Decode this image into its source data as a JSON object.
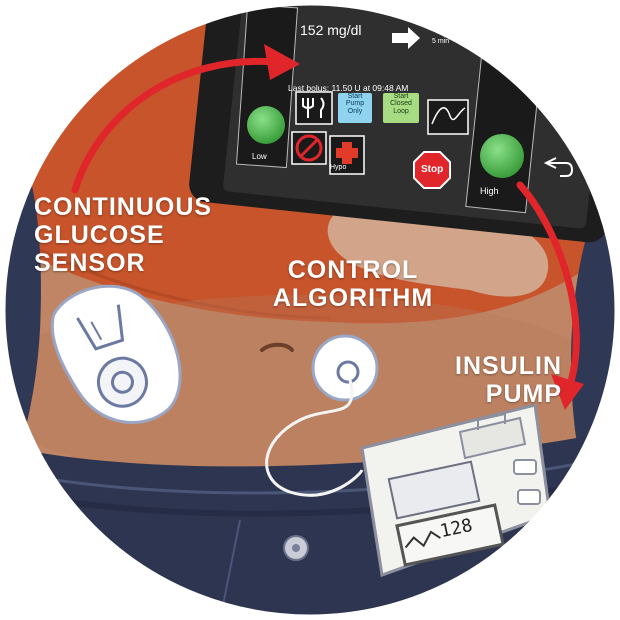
{
  "labels": {
    "cgm": [
      "CONTINUOUS",
      "GLUCOSE",
      "SENSOR"
    ],
    "algorithm": [
      "CONTROL",
      "ALGORITHM"
    ],
    "pump": [
      "INSULIN",
      "PUMP"
    ]
  },
  "phone": {
    "glucose": "152 mg/dl",
    "rate": "5 min",
    "last_bolus": "Last bolus: 11.50 U at 09:48 AM",
    "start_pump_only": [
      "Start",
      "Pump",
      "Only"
    ],
    "start_closed_loop": [
      "Start",
      "Closed",
      "Loop"
    ],
    "low": "Low",
    "high": "High",
    "hypo": "Hypo",
    "stop": "Stop"
  },
  "pump": {
    "display_value": "128"
  },
  "colors": {
    "skin": "#bf8565",
    "shirt": "#c7542b",
    "pants": "#2e3550",
    "arrow": "#e0262b",
    "phone_body": "#2a2a2a",
    "indicator_green": "#4db34a"
  }
}
